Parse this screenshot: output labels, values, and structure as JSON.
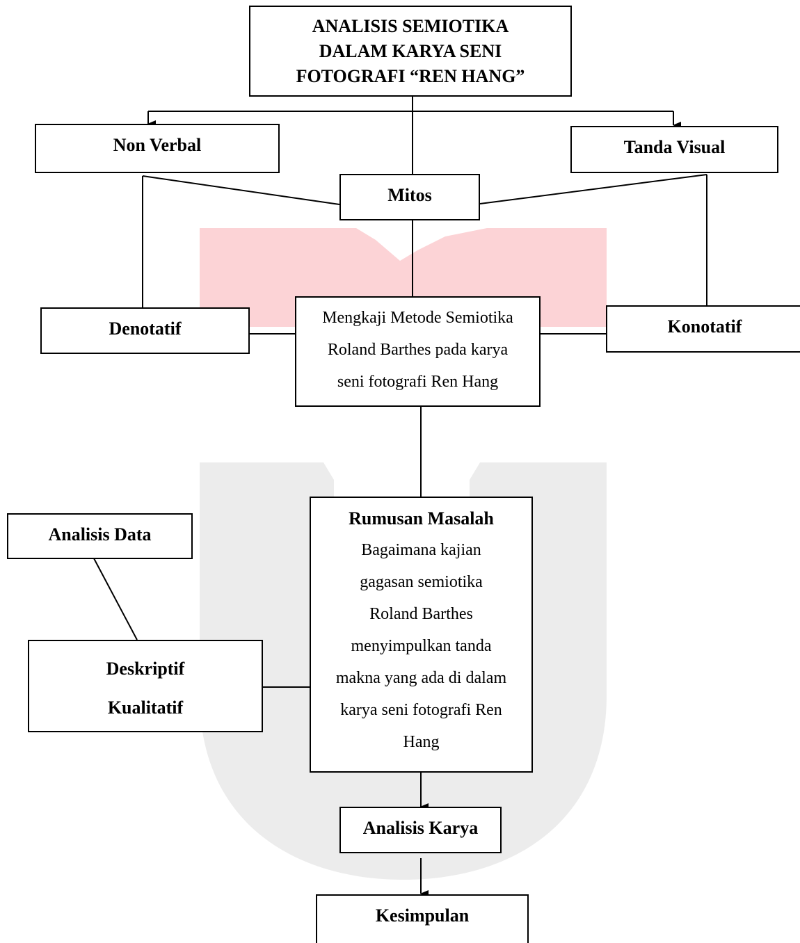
{
  "colors": {
    "watermark_top": "#fcd3d6",
    "watermark_bottom": "#ececec",
    "line": "#000000"
  },
  "title": {
    "line1": "ANALISIS SEMIOTIKA",
    "line2": "DALAM KARYA SENI",
    "line3": "FOTOGRAFI “REN HANG”"
  },
  "nodes": {
    "non_verbal": "Non Verbal",
    "tanda_visual": "Tanda Visual",
    "mitos": "Mitos",
    "denotatif": "Denotatif",
    "konotatif": "Konotatif",
    "mengkaji": {
      "line1": "Mengkaji Metode Semiotika",
      "line2": "Roland Barthes pada karya",
      "line3": "seni fotografi Ren Hang"
    },
    "rumusan": {
      "title": "Rumusan Masalah",
      "lines": [
        "Bagaimana kajian",
        "gagasan semiotika",
        "Roland Barthes",
        "menyimpulkan tanda",
        "makna yang ada di dalam",
        "karya seni fotografi Ren",
        "Hang"
      ]
    },
    "analisis_data": "Analisis Data",
    "deskriptif": {
      "line1": "Deskriptif",
      "line2": "Kualitatif"
    },
    "analisis_karya": "Analisis Karya",
    "kesimpulan": "Kesimpulan"
  }
}
